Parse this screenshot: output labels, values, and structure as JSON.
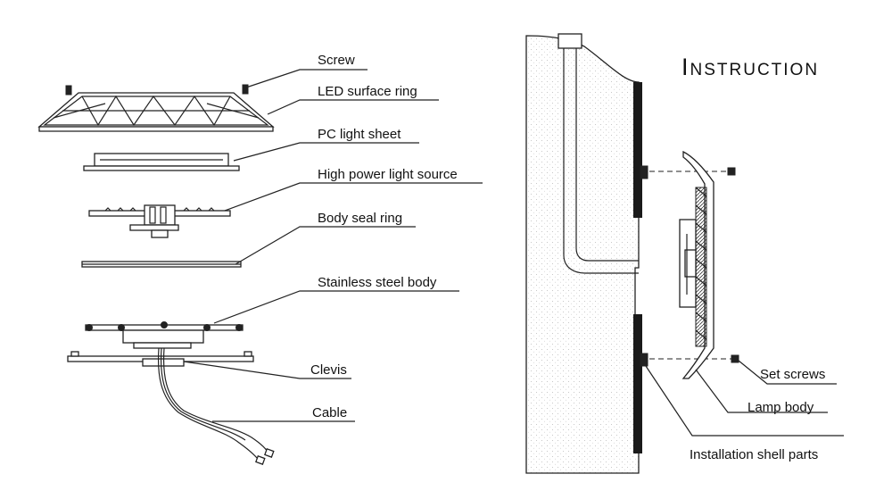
{
  "title": "Instruction",
  "exploded_labels": {
    "screw": "Screw",
    "led_ring": "LED surface ring",
    "pc_sheet": "PC light sheet",
    "light_source": "High power light source",
    "seal_ring": "Body seal ring",
    "steel_body": "Stainless steel body",
    "clevis": "Clevis",
    "cable": "Cable"
  },
  "install_labels": {
    "set_screws": "Set screws",
    "lamp_body": "Lamp body",
    "shell_parts": "Installation shell parts"
  }
}
